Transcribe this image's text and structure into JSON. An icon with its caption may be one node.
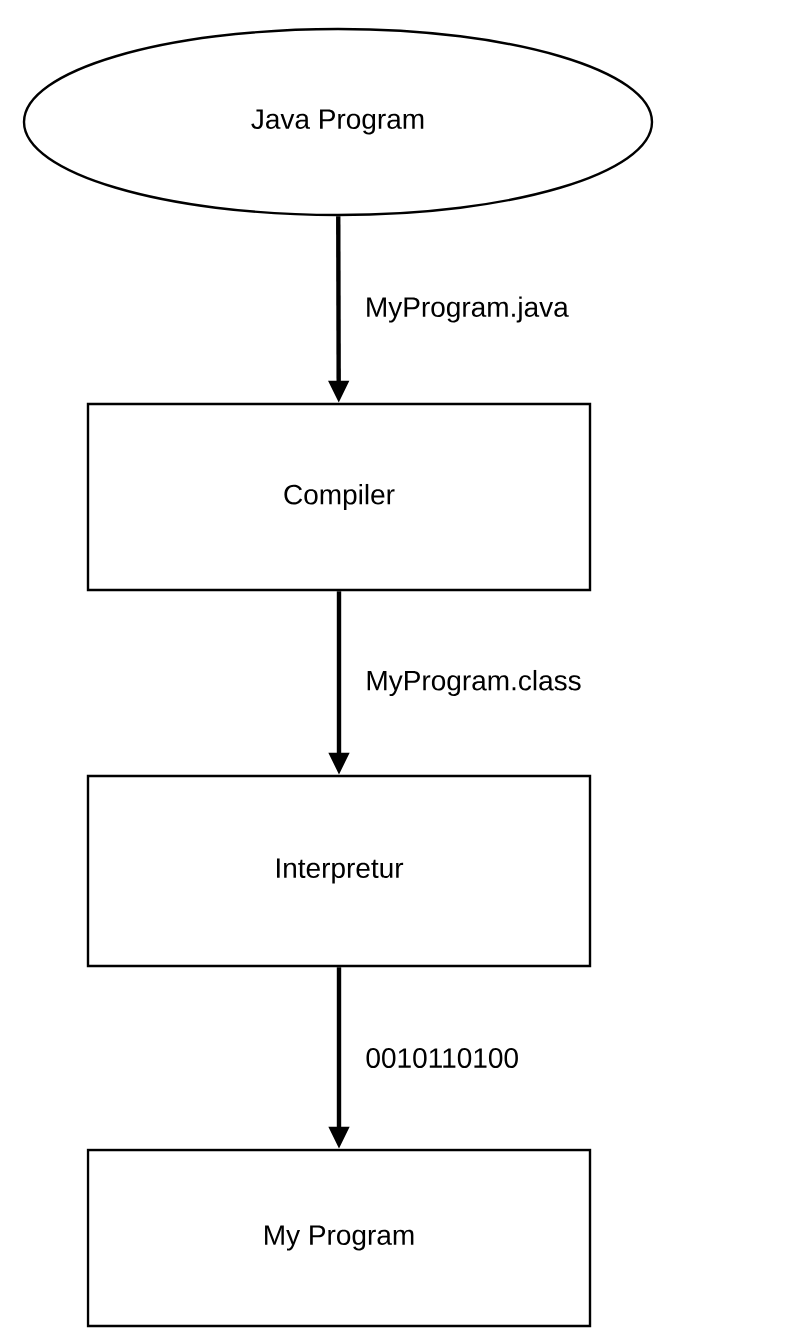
{
  "diagram": {
    "nodes": [
      {
        "text": [
          "Java Program"
        ]
      },
      {
        "text": [
          "Compiler"
        ]
      },
      {
        "text": [
          "Interpretur"
        ]
      },
      {
        "text": [
          "My Program"
        ]
      }
    ],
    "edges": [
      {
        "from": 0,
        "to": 1,
        "arrow": "to",
        "label": "MyProgram.java"
      },
      {
        "from": 1,
        "to": 2,
        "arrow": "to",
        "label": "MyProgram.class"
      },
      {
        "from": 2,
        "to": 3,
        "arrow": "to",
        "label": "0010110100"
      }
    ]
  }
}
